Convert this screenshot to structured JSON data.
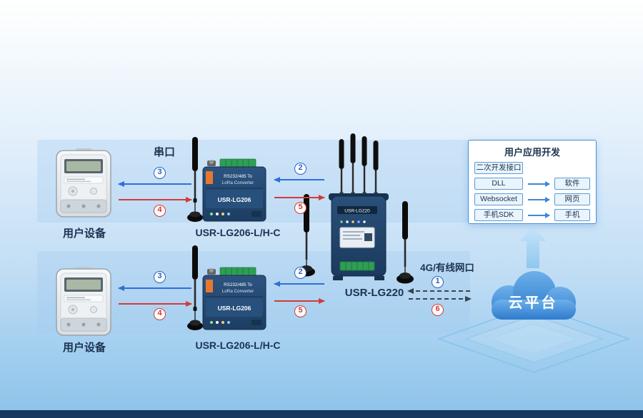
{
  "labels": {
    "serial_port": "串口",
    "user_device": "用户设备",
    "lg206_caption": "USR-LG206-L/H-C",
    "lg220_caption": "USR-LG220",
    "wan_port": "4G/有线网口",
    "cloud": "云平台"
  },
  "links": {
    "serial": {
      "down_step": "3",
      "up_step": "4"
    },
    "lora": {
      "down_step": "2",
      "up_step": "5"
    },
    "wan": {
      "down_step": "1",
      "up_step": "6"
    }
  },
  "app_box": {
    "title": "用户应用开发",
    "rows": [
      {
        "left": "二次开发接口",
        "right": ""
      },
      {
        "left": "DLL",
        "right": "软件"
      },
      {
        "left": "Websocket",
        "right": "网页"
      },
      {
        "left": "手机SDK",
        "right": "手机"
      }
    ]
  },
  "devices": {
    "lg206": {
      "line1": "RS232/485 To",
      "line2": "LoRa Converter",
      "model": "USR-LG206"
    },
    "lg220": {
      "model": "USR-LG220"
    }
  },
  "colors": {
    "downlink_blue": "#2f6fd6",
    "uplink_red": "#d23b35",
    "accent_blue": "#4a90d9",
    "cloud_top": "#6db0ea",
    "cloud_bottom": "#2e7bcd",
    "footer_navy": "#17395f"
  }
}
